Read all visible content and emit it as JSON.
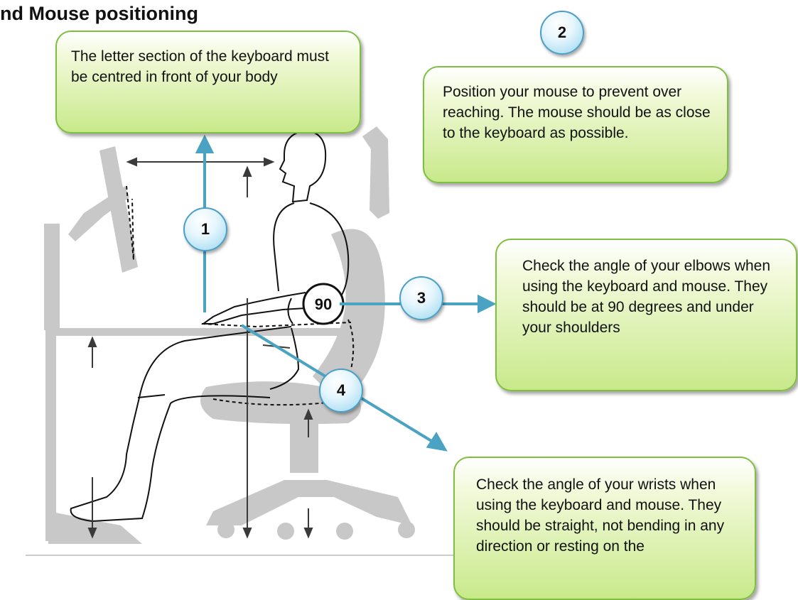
{
  "title": "nd Mouse positioning",
  "callouts": {
    "c1": "The letter section of the keyboard must be centred in front of your body",
    "c2": "Position your mouse to prevent over reaching. The mouse should be as close to the keyboard as possible.",
    "c3": "Check the angle of your elbows when using the keyboard and mouse. They should be at 90 degrees and under your shoulders",
    "c4": "Check the angle of your wrists when using the keyboard and mouse. They should be straight, not bending in any direction or resting on the"
  },
  "badges": {
    "b1": "1",
    "b2": "2",
    "b3": "3",
    "b4": "4"
  },
  "elbow_angle": "90",
  "colors": {
    "callout_border": "#7fbf3f",
    "badge_border": "#4a9fc6",
    "arrow": "#4aa3c2",
    "furniture": "#c8c8c8"
  }
}
